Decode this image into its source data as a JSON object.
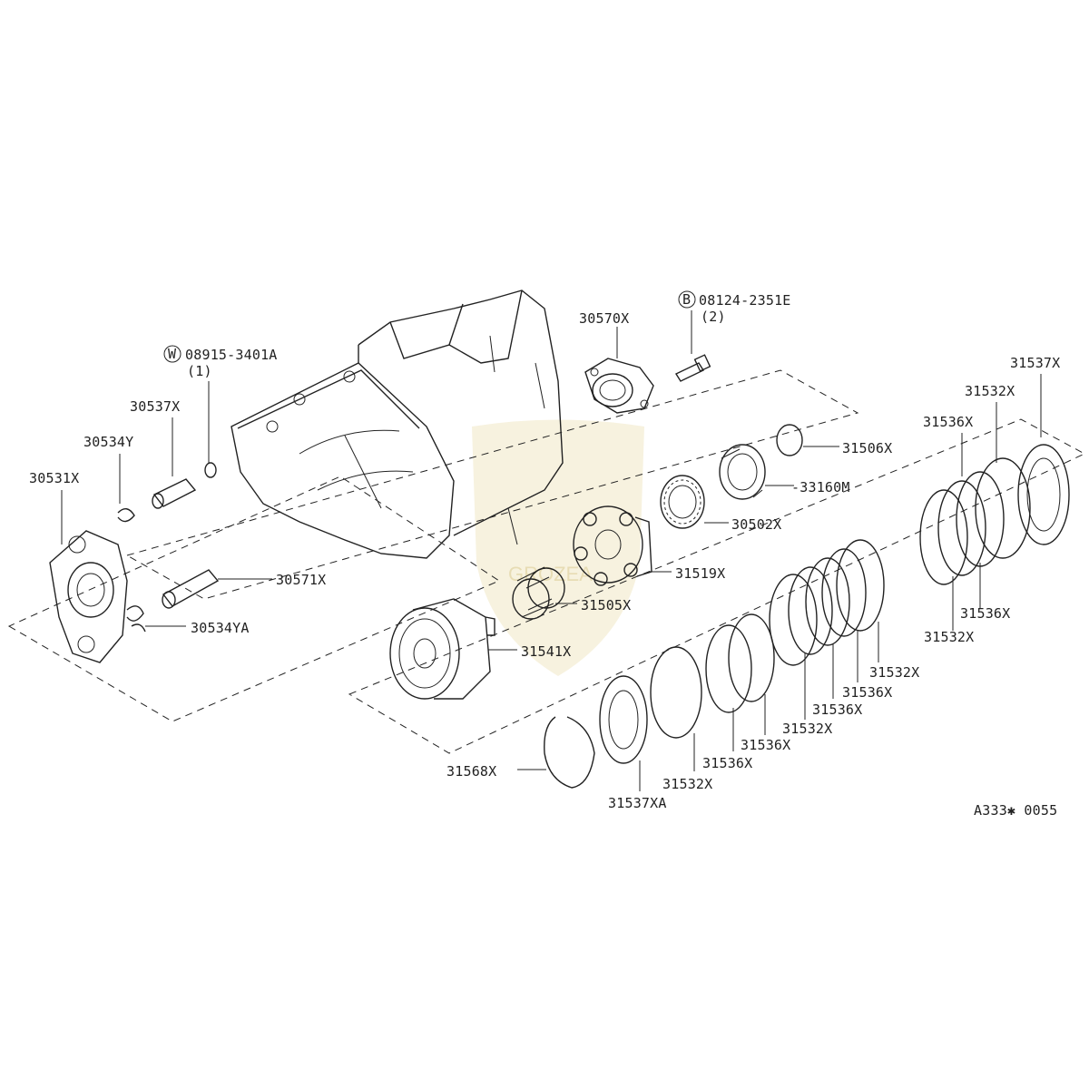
{
  "diagram_id": "A333✱ 0055",
  "watermark_text": "GROZEA",
  "callouts": {
    "p30570X": "30570X",
    "p08124": "08124-2351E",
    "p08124_qty": "(2)",
    "p08124_mark": "B",
    "p08915": "08915-3401A",
    "p08915_qty": "(1)",
    "p08915_mark": "W",
    "p30537X": "30537X",
    "p30534Y": "30534Y",
    "p30531X": "30531X",
    "p30571X": "30571X",
    "p30534YA": "30534YA",
    "p31506X": "31506X",
    "p33160M": "-33160M",
    "p30502X": "30502X",
    "p31519X": "31519X",
    "p31505X": "31505X",
    "p31541X": "31541X",
    "p31537X": "31537X",
    "p31532X_a": "31532X",
    "p31536X_a": "31536X",
    "p31532X_b": "31532X",
    "p31536X_b": "31536X",
    "p31532X_c": "31532X",
    "p31536X_c": "31536X",
    "p31536X_d": "31536X",
    "p31532X_d": "31532X",
    "p31536X_e": "31536X",
    "p31536X_f": "31536X",
    "p31532X_e": "31532X",
    "p31568X": "31568X",
    "p31537XA": "31537XA"
  }
}
